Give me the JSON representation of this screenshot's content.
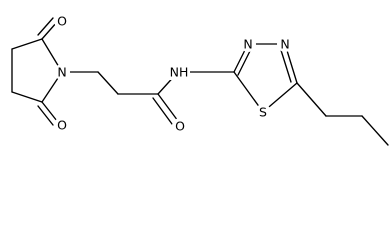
{
  "structure": {
    "type": "chemical-structure",
    "atom_labels": {
      "o_top": "O",
      "n_imide": "N",
      "o_bottom": "O",
      "nh": "NH",
      "o_amide": "O",
      "n_thiadiazole_1": "N",
      "n_thiadiazole_2": "N",
      "s": "S"
    }
  },
  "colors": {
    "bond": "#000000",
    "label": "#000000",
    "background": "#ffffff"
  }
}
